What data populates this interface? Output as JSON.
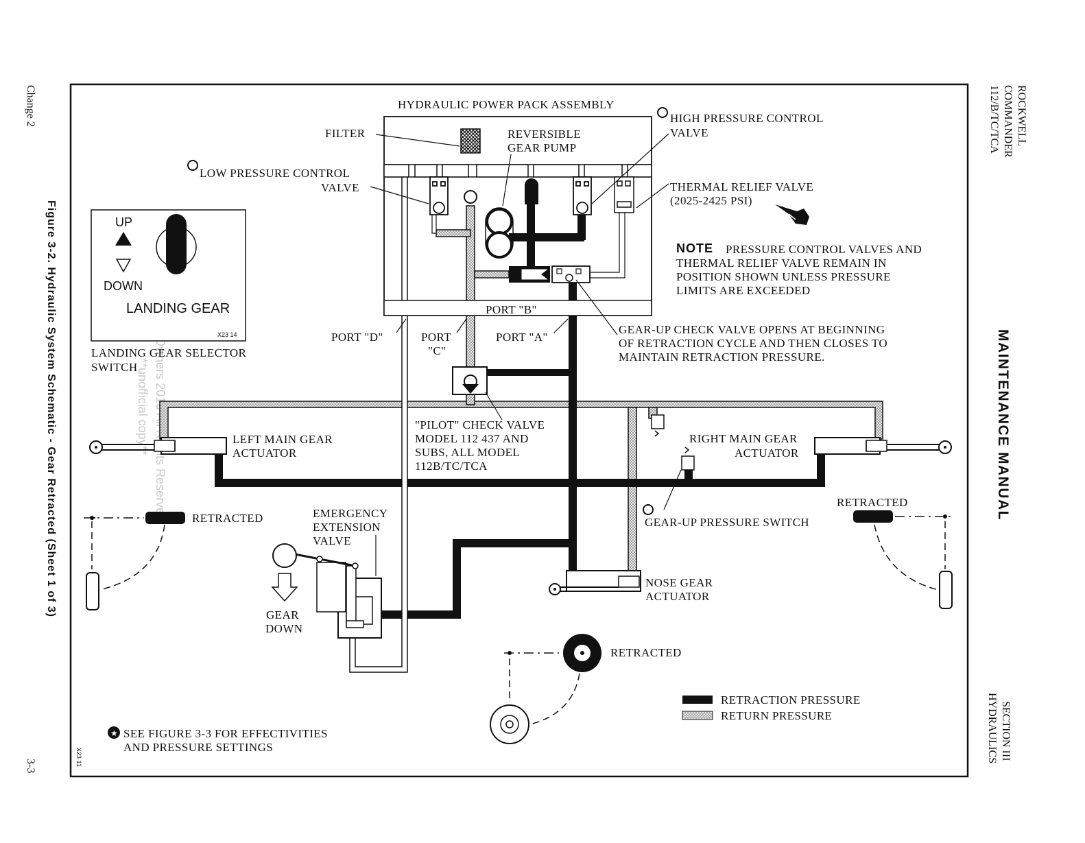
{
  "margin": {
    "change": "Change 2",
    "figure_caption": "Figure 3-2.  Hydraulic System Schematic - Gear Retracted (Sheet 1 of 3)",
    "page_number": "3-3",
    "publisher_line1": "ROCKWELL",
    "publisher_line2": "COMMANDER",
    "publisher_line3": "112/B/TC/TCA",
    "manual_title": "MAINTENANCE MANUAL",
    "section_line1": "SECTION III",
    "section_line2": "HYDRAULICS"
  },
  "diagram": {
    "power_pack": "HYDRAULIC POWER PACK ASSEMBLY",
    "high_pressure_valve_1": "HIGH PRESSURE CONTROL",
    "high_pressure_valve_2": "VALVE",
    "filter": "FILTER",
    "pump_1": "REVERSIBLE",
    "pump_2": "GEAR PUMP",
    "low_pressure_valve_1": "LOW PRESSURE CONTROL",
    "low_pressure_valve_2": "VALVE",
    "thermal_relief_1": "THERMAL RELIEF VALVE",
    "thermal_relief_2": "(2025-2425 PSI)",
    "note_label": "NOTE",
    "note_line1": "PRESSURE CONTROL VALVES AND",
    "note_line2": "THERMAL RELIEF VALVE REMAIN IN",
    "note_line3": "POSITION SHOWN UNLESS PRESSURE",
    "note_line4": "LIMITS ARE EXCEEDED",
    "port_b": "PORT \"B\"",
    "port_d": "PORT \"D\"",
    "port_c_1": "PORT",
    "port_c_2": "\"C\"",
    "port_a": "PORT \"A\"",
    "gear_up_check_1": "GEAR-UP CHECK VALVE OPENS AT BEGINNING",
    "gear_up_check_2": "OF RETRACTION CYCLE AND THEN CLOSES TO",
    "gear_up_check_3": "MAINTAIN RETRACTION PRESSURE.",
    "selector_up": "UP",
    "selector_down": "DOWN",
    "selector_panel_title": "LANDING GEAR",
    "selector_code": "X23 14",
    "selector_caption_1": "LANDING GEAR SELECTOR",
    "selector_caption_2": "SWITCH",
    "pilot_check_1": "\"PILOT\" CHECK VALVE",
    "pilot_check_2": "MODEL 112 437 AND",
    "pilot_check_3": "SUBS, ALL MODEL",
    "pilot_check_4": "112B/TC/TCA",
    "left_main_1": "LEFT MAIN GEAR",
    "left_main_2": "ACTUATOR",
    "right_main_1": "RIGHT MAIN GEAR",
    "right_main_2": "ACTUATOR",
    "retracted": "RETRACTED",
    "emergency_1": "EMERGENCY",
    "emergency_2": "EXTENSION",
    "emergency_3": "VALVE",
    "gear_down_1": "GEAR",
    "gear_down_2": "DOWN",
    "pressure_switch": "GEAR-UP PRESSURE SWITCH",
    "nose_gear_1": "NOSE GEAR",
    "nose_gear_2": "ACTUATOR",
    "legend_retraction": "RETRACTION PRESSURE",
    "legend_return": "RETURN PRESSURE",
    "footnote_1": "SEE FIGURE 3-3 FOR EFFECTIVITIES",
    "footnote_2": "AND PRESSURE SETTINGS",
    "figure_code": "X23 11"
  },
  "watermark": {
    "line1": "Copyright Commander Owners 2013 All Rights Reserved",
    "line2": "**unofficial copy**"
  },
  "colors": {
    "retraction": "#111111",
    "return_fill": "#d8d8d8",
    "line": "#111111"
  }
}
